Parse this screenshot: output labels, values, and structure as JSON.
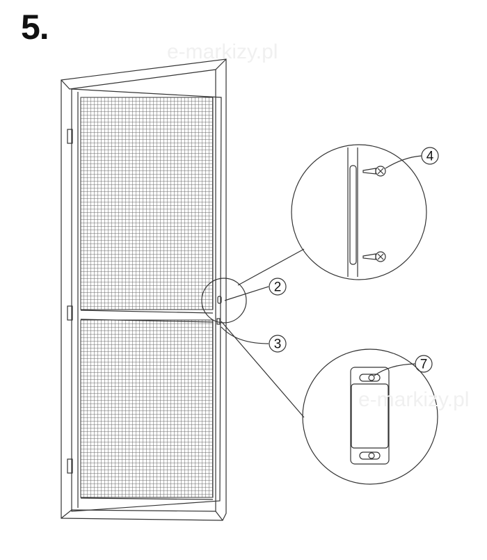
{
  "step_number": "5.",
  "watermark": "e-markizy.pl",
  "callouts": {
    "screw": "4",
    "magnet_catch": "2",
    "strike_plate": "3",
    "plate_screw": "7"
  },
  "colors": {
    "line": "#333333",
    "mesh": "#555555",
    "watermark": "#f0f0f0"
  }
}
